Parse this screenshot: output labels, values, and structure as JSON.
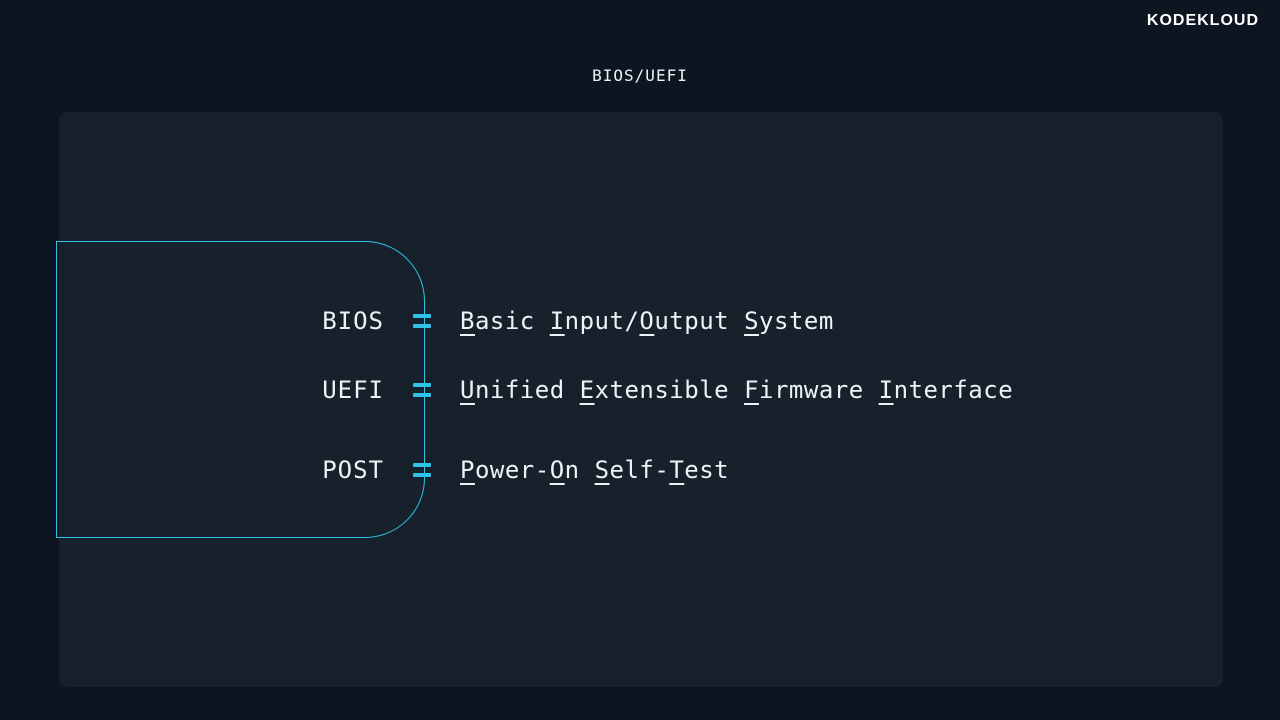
{
  "logo": {
    "text": "KODEKLOUD"
  },
  "title": "BIOS/UEFI",
  "separator_symbol": "=",
  "entries": [
    {
      "acronym": "BIOS",
      "expansion_full": "Basic Input/Output System",
      "expansion": [
        {
          "t": "B",
          "u": true
        },
        {
          "t": "asic ",
          "u": false
        },
        {
          "t": "I",
          "u": true
        },
        {
          "t": "nput/",
          "u": false
        },
        {
          "t": "O",
          "u": true
        },
        {
          "t": "utput ",
          "u": false
        },
        {
          "t": "S",
          "u": true
        },
        {
          "t": "ystem",
          "u": false
        }
      ]
    },
    {
      "acronym": "UEFI",
      "expansion_full": "Unified Extensible Firmware Interface",
      "expansion": [
        {
          "t": "U",
          "u": true
        },
        {
          "t": "nified ",
          "u": false
        },
        {
          "t": "E",
          "u": true
        },
        {
          "t": "xtensible ",
          "u": false
        },
        {
          "t": "F",
          "u": true
        },
        {
          "t": "irmware ",
          "u": false
        },
        {
          "t": "I",
          "u": true
        },
        {
          "t": "nterface",
          "u": false
        }
      ]
    },
    {
      "acronym": "POST",
      "expansion_full": "Power-On Self-Test",
      "expansion": [
        {
          "t": "P",
          "u": true
        },
        {
          "t": "ower-",
          "u": false
        },
        {
          "t": "O",
          "u": true
        },
        {
          "t": "n ",
          "u": false
        },
        {
          "t": "S",
          "u": true
        },
        {
          "t": "elf-",
          "u": false
        },
        {
          "t": "T",
          "u": true
        },
        {
          "t": "est",
          "u": false
        }
      ]
    }
  ],
  "colors": {
    "background": "#0d1520",
    "panel": "#17212c",
    "accent": "#30c3e6",
    "text": "#eef2f5"
  }
}
